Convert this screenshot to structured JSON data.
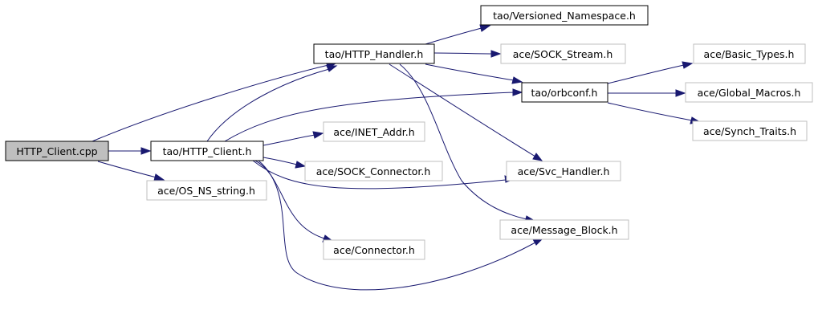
{
  "colors": {
    "edge": "#191970",
    "root_fill": "#bfbfbf",
    "documented_border": "#000000",
    "undocumented_border": "#bfbfbf",
    "fill": "#ffffff"
  },
  "nodes": {
    "http_client_cpp": "HTTP_Client.cpp",
    "tao_http_client_h": "tao/HTTP_Client.h",
    "ace_os_ns_string_h": "ace/OS_NS_string.h",
    "tao_http_handler_h": "tao/HTTP_Handler.h",
    "ace_inet_addr_h": "ace/INET_Addr.h",
    "ace_sock_connector_h": "ace/SOCK_Connector.h",
    "ace_connector_h": "ace/Connector.h",
    "tao_versioned_namespace_h": "tao/Versioned_Namespace.h",
    "ace_sock_stream_h": "ace/SOCK_Stream.h",
    "tao_orbconf_h": "tao/orbconf.h",
    "ace_svc_handler_h": "ace/Svc_Handler.h",
    "ace_message_block_h": "ace/Message_Block.h",
    "ace_basic_types_h": "ace/Basic_Types.h",
    "ace_global_macros_h": "ace/Global_Macros.h",
    "ace_synch_traits_h": "ace/Synch_Traits.h"
  }
}
